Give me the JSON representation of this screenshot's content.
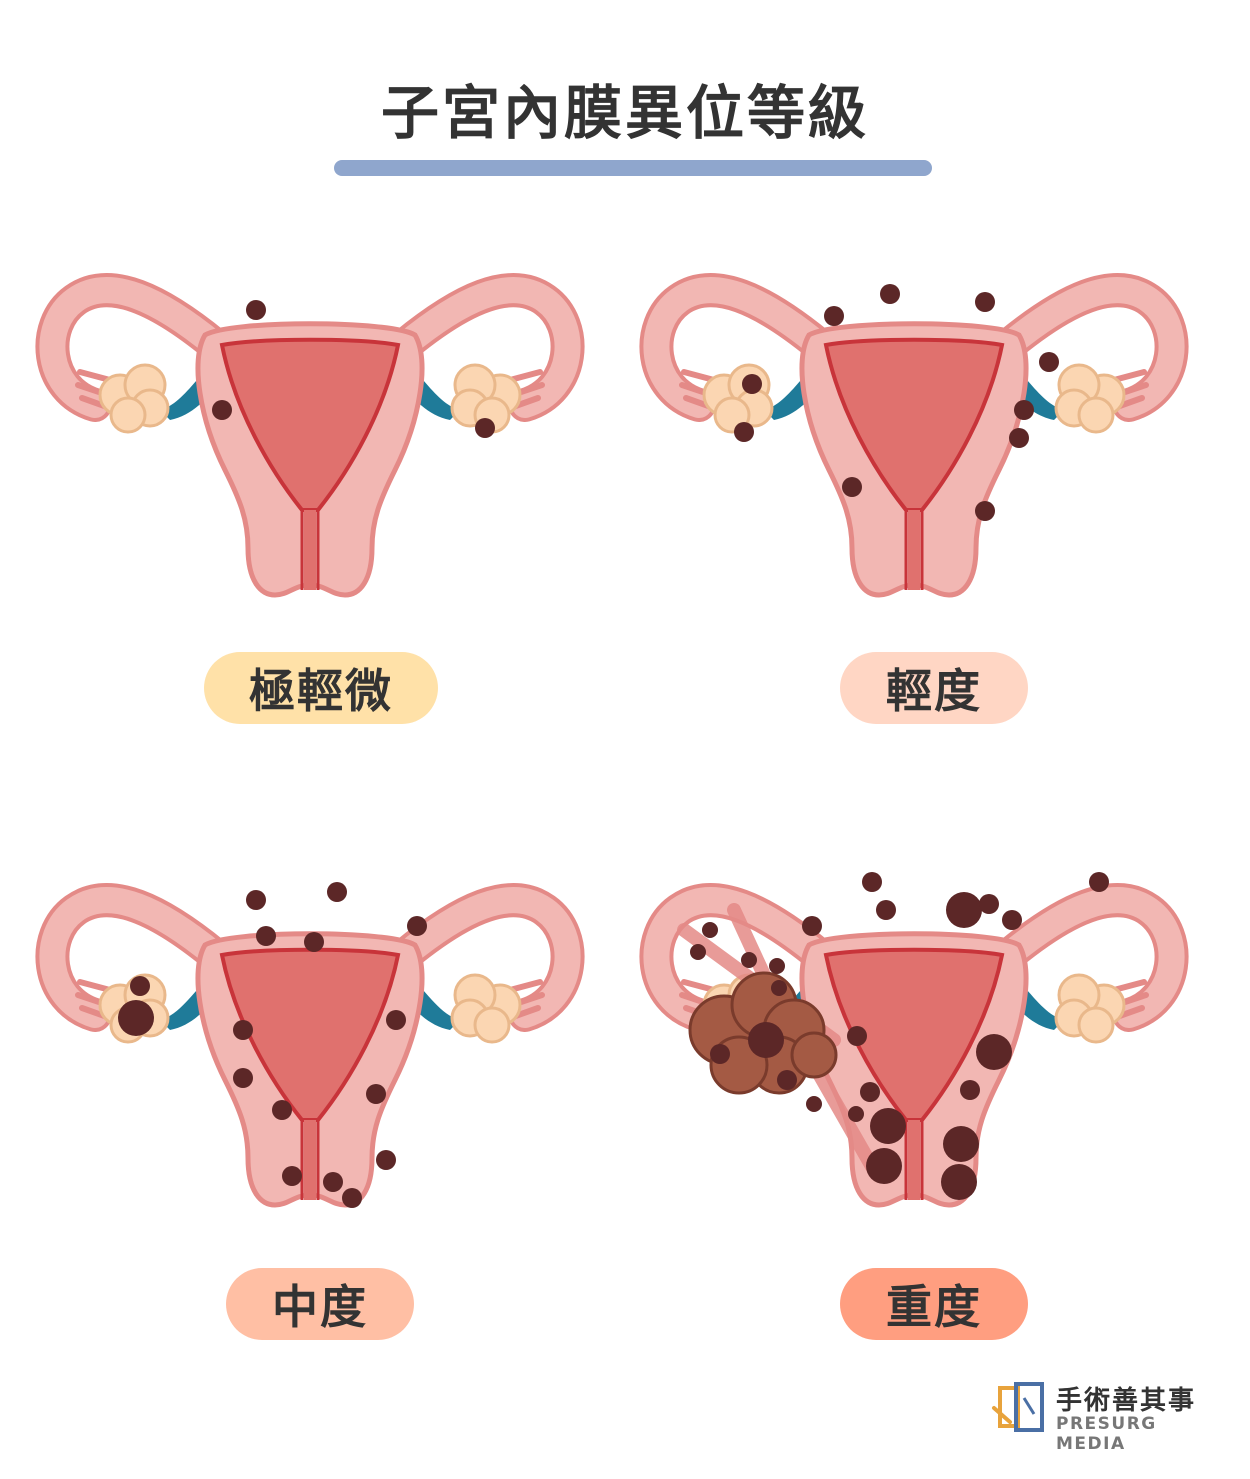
{
  "title": "子宮內膜異位等級",
  "stages": [
    {
      "label": "極輕微",
      "pill_color": "#ffe1a8"
    },
    {
      "label": "輕度",
      "pill_color": "#ffd6c4"
    },
    {
      "label": "中度",
      "pill_color": "#ffbfa4"
    },
    {
      "label": "重度",
      "pill_color": "#ff9e80"
    }
  ],
  "logo": {
    "zh": "手術善其事",
    "en": "PRESURG MEDIA"
  },
  "colors": {
    "uterus_fill": "#f2b7b3",
    "uterus_stroke": "#e48a87",
    "cavity": "#e0716e",
    "cavity_line": "#c8343a",
    "teal": "#1f7b99",
    "ovary": "#fbd6b2",
    "lesion": "#5c2727",
    "cyst": "#a45a44",
    "title_bar": "#8fa6cd"
  }
}
